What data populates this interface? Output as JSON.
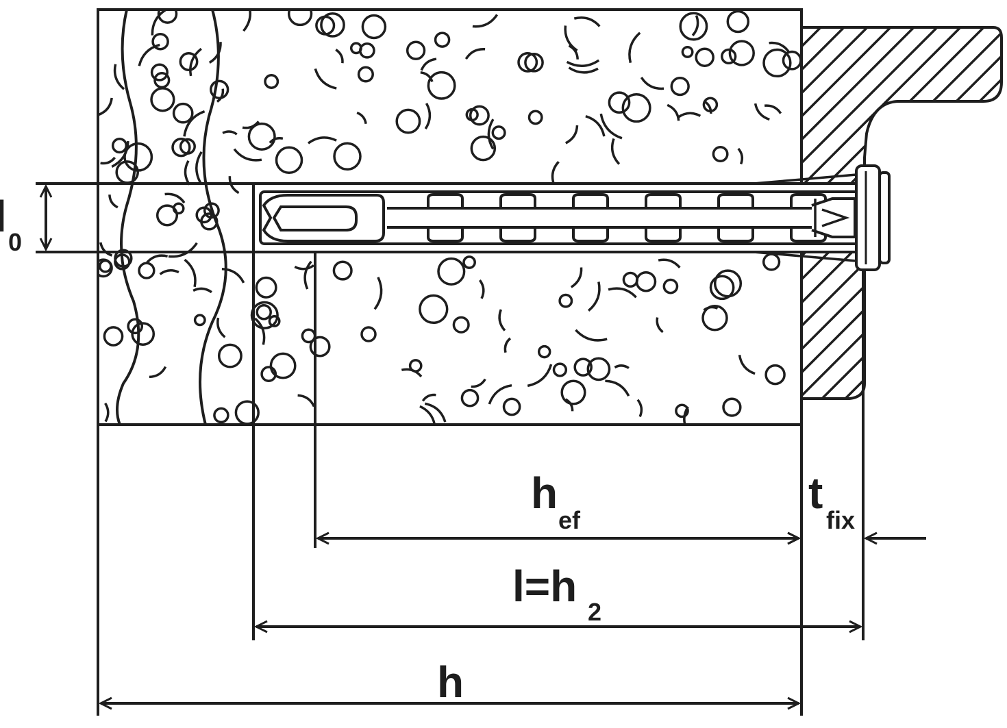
{
  "labels": {
    "d0": {
      "main": "l",
      "sub": "0"
    },
    "hef": {
      "main": "h",
      "sub": "ef"
    },
    "tfix": {
      "main": "t",
      "sub": "fix"
    },
    "l_h2": {
      "main": "l=h",
      "sub": "2"
    },
    "h": {
      "main": "h"
    }
  },
  "colors": {
    "line": "#1e1e1e",
    "background": "#ffffff"
  }
}
